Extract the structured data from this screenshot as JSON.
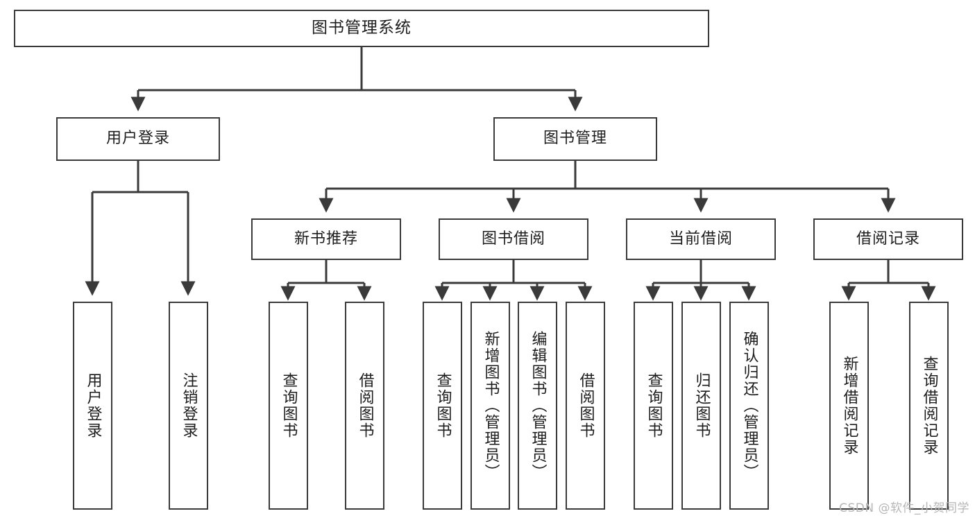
{
  "diagram": {
    "title": "图书管理系统",
    "watermark": "CSDN @软件_小贺同学",
    "stroke_color": "#3a3a3a",
    "background_color": "#ffffff",
    "text_color": "#1d1d1d",
    "watermark_color": "#b6b6b6"
  },
  "nodes": {
    "root": {
      "label": "图书管理系统"
    },
    "level2": [
      {
        "label": "用户登录"
      },
      {
        "label": "图书管理"
      }
    ],
    "level3": [
      {
        "label": "新书推荐"
      },
      {
        "label": "图书借阅"
      },
      {
        "label": "当前借阅"
      },
      {
        "label": "借阅记录"
      }
    ],
    "leaves": {
      "user_login": [
        {
          "label": "用户登录"
        },
        {
          "label": "注销登录"
        }
      ],
      "new_book_recommend": [
        {
          "label": "查询图书"
        },
        {
          "label": "借阅图书"
        }
      ],
      "book_borrow": [
        {
          "label": "查询图书"
        },
        {
          "label": "新增图书（管理员）"
        },
        {
          "label": "编辑图书（管理员）"
        },
        {
          "label": "借阅图书"
        }
      ],
      "current_borrow": [
        {
          "label": "查询图书"
        },
        {
          "label": "归还图书"
        },
        {
          "label": "确认归还（管理员）"
        }
      ],
      "borrow_record": [
        {
          "label": "新增借阅记录"
        },
        {
          "label": "查询借阅记录"
        }
      ]
    }
  }
}
